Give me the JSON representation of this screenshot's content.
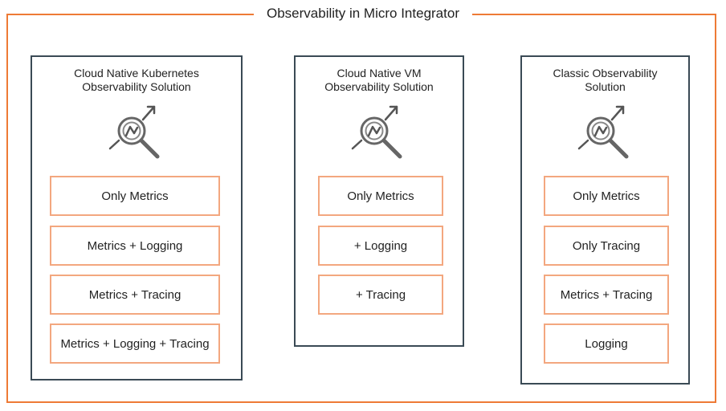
{
  "title": "Observability in Micro Integrator",
  "colors": {
    "frame": "#ee7a35",
    "panel_border": "#3a4a55",
    "option_border": "#f3a77f",
    "icon": "#555555"
  },
  "panels": [
    {
      "title": "Cloud Native Kubernetes\nObservability Solution",
      "icon": "magnifier-chart-icon",
      "options": [
        "Only Metrics",
        "Metrics + Logging",
        "Metrics + Tracing",
        "Metrics + Logging + Tracing"
      ]
    },
    {
      "title": "Cloud Native VM\nObservability Solution",
      "icon": "magnifier-chart-icon",
      "options": [
        "Only Metrics",
        "+ Logging",
        "+ Tracing"
      ]
    },
    {
      "title": "Classic Observability\nSolution",
      "icon": "magnifier-chart-icon",
      "options": [
        "Only Metrics",
        "Only Tracing",
        "Metrics + Tracing",
        "Logging"
      ]
    }
  ]
}
